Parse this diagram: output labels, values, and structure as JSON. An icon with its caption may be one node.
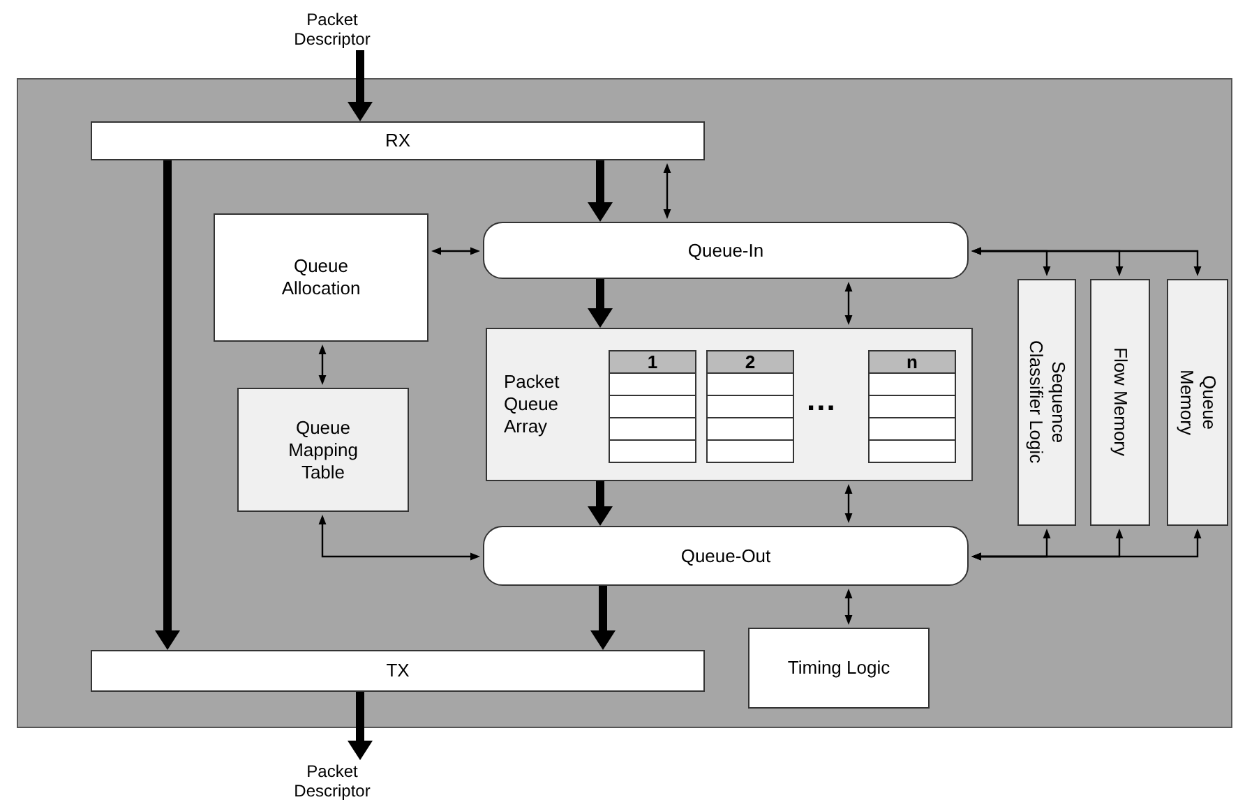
{
  "diagram": {
    "nodes": [
      {
        "text": [],
        "shape": "box"
      },
      {
        "text": [
          "Packet Descriptor"
        ]
      },
      {
        "text": [
          "RX"
        ],
        "in": 0
      },
      {
        "text": [
          "Queue Allocation"
        ],
        "in": 0
      },
      {
        "text": [
          "Queue-In"
        ],
        "in": 0
      },
      {
        "text": [
          "Queue Mapping Table"
        ],
        "in": 0
      },
      {
        "text": [
          "Packet Queue Array"
        ],
        "in": 0
      },
      {
        "text": [
          "1"
        ],
        "in": 6
      },
      {
        "text": [
          "2"
        ],
        "in": 6
      },
      {
        "text": [
          "n"
        ],
        "in": 6
      },
      {
        "text": [
          "Sequence Classifier Logic"
        ],
        "in": 0
      },
      {
        "text": [
          "Flow Memory"
        ],
        "in": 0
      },
      {
        "text": [
          "Queue Memory"
        ],
        "in": 0
      },
      {
        "text": [
          "Queue-Out"
        ],
        "in": 0
      },
      {
        "text": [
          "Timing Logic"
        ],
        "in": 0
      },
      {
        "text": [
          "TX"
        ],
        "in": 0
      },
      {
        "text": [
          "Packet Descriptor"
        ]
      }
    ],
    "edges": [
      {
        "from": 1,
        "to": 2,
        "arrow": "to",
        "style": "thick"
      },
      {
        "from": 2,
        "to": 4,
        "arrow": "to",
        "style": "thick"
      },
      {
        "from": 2,
        "to": 15,
        "arrow": "to",
        "style": "thick"
      },
      {
        "from": 2,
        "to": 4,
        "arrow": "both"
      },
      {
        "from": 3,
        "to": 4,
        "arrow": "both"
      },
      {
        "from": 3,
        "to": 5,
        "arrow": "both"
      },
      {
        "from": 4,
        "to": 6,
        "arrow": "to",
        "style": "thick"
      },
      {
        "from": 4,
        "to": 6,
        "arrow": "both"
      },
      {
        "from": 4,
        "to": 10,
        "arrow": "both"
      },
      {
        "from": 4,
        "to": 11,
        "arrow": "both"
      },
      {
        "from": 4,
        "to": 12,
        "arrow": "both"
      },
      {
        "from": 5,
        "to": 13,
        "arrow": "both"
      },
      {
        "from": 6,
        "to": 13,
        "arrow": "to",
        "style": "thick"
      },
      {
        "from": 6,
        "to": 13,
        "arrow": "both"
      },
      {
        "from": 13,
        "to": 10,
        "arrow": "both"
      },
      {
        "from": 13,
        "to": 11,
        "arrow": "both"
      },
      {
        "from": 13,
        "to": 12,
        "arrow": "both"
      },
      {
        "from": 13,
        "to": 15,
        "arrow": "to",
        "style": "thick"
      },
      {
        "from": 13,
        "to": 14,
        "arrow": "both"
      },
      {
        "from": 15,
        "to": 16,
        "arrow": "to",
        "style": "thick"
      }
    ],
    "labels": [
      "..."
    ]
  }
}
